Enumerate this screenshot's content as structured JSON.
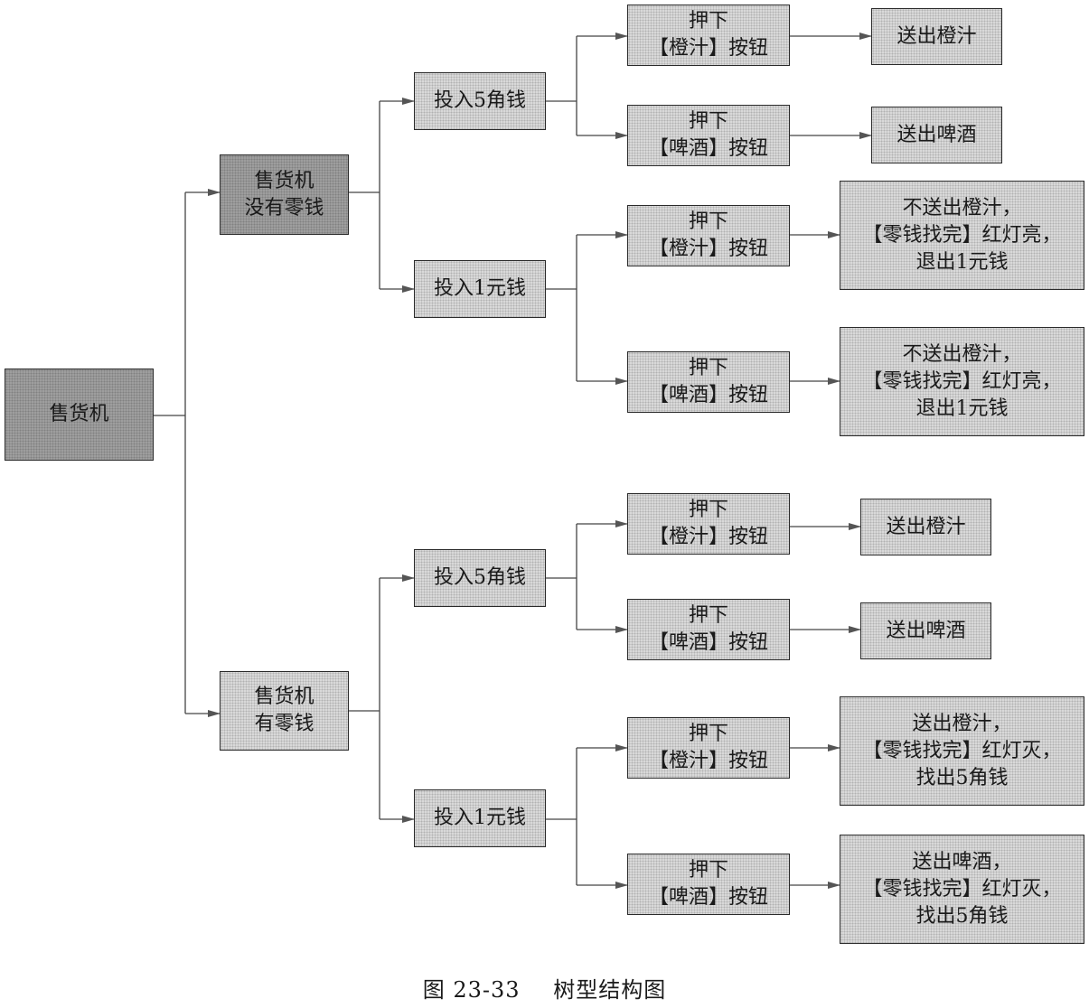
{
  "root": {
    "label": "售货机"
  },
  "state_no_change": {
    "line1": "售货机",
    "line2": "没有零钱"
  },
  "state_change": {
    "line1": "售货机",
    "line2": "有零钱"
  },
  "coin_5jiao": "投入5角钱",
  "coin_1yuan": "投入1元钱",
  "press": {
    "line1": "押下",
    "orange": "【橙汁】按钮",
    "beer": "【啤酒】按钮"
  },
  "out_orange": "送出橙汁",
  "out_beer": "送出啤酒",
  "result_no_orange": {
    "line1": "不送出橙汁，",
    "line2": "【零钱找完】红灯亮，",
    "line3": "退出1元钱"
  },
  "result_no_beer": {
    "line1": "不送出橙汁，",
    "line2": "【零钱找完】红灯亮，",
    "line3": "退出1元钱"
  },
  "result_orange_change": {
    "line1": "送出橙汁，",
    "line2": "【零钱找完】红灯灭，",
    "line3": "找出5角钱"
  },
  "result_beer_change": {
    "line1": "送出啤酒，",
    "line2": "【零钱找完】红灯灭，",
    "line3": "找出5角钱"
  },
  "caption": {
    "number": "图 23-33",
    "title": "树型结构图"
  }
}
